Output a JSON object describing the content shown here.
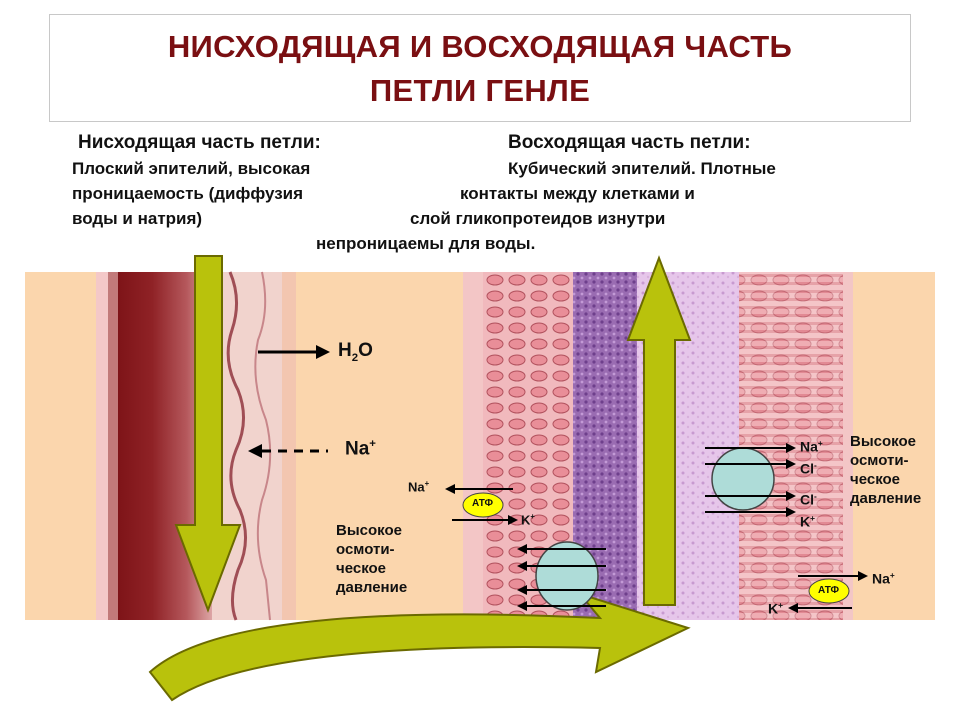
{
  "title": {
    "line1": "НИСХОДЯЩАЯ И ВОСХОДЯЩАЯ ЧАСТЬ",
    "line2": "ПЕТЛИ ГЕНЛЕ"
  },
  "descending": {
    "heading": "Нисходящая часть петли:",
    "lines": [
      "Плоский эпителий, высокая",
      "проницаемость (диффузия",
      "воды и натрия)"
    ]
  },
  "ascending": {
    "heading": "Восходящая часть петли:",
    "lines": [
      "Кубический эпителий. Плотные",
      "контакты между клетками и",
      "слой гликопротеидов изнутри",
      "непроницаемы для воды."
    ]
  },
  "labels": {
    "h2o_main": "H",
    "h2o_sub": "2",
    "h2o_tail": "O",
    "na_left": "Na",
    "na_plus": "+",
    "high_osm_left": [
      "Высокое",
      "осмоти-",
      "ческое",
      "давление"
    ],
    "high_osm_right": [
      "Высокое",
      "осмоти-",
      "ческое",
      "давление"
    ],
    "na_pump_left": "Na",
    "k_pump_left": "K",
    "atp_left": "АТФ",
    "right_ions": [
      "Na",
      "Cl",
      "Cl",
      "K"
    ],
    "right_ion_sup": [
      "+",
      "-",
      "-",
      "+"
    ],
    "na_pump_right": "Na",
    "k_pump_right": "K",
    "atp_right": "АТФ"
  },
  "colors": {
    "title": "#7a0f12",
    "arrow_fill": "#b9c20c",
    "arrow_stroke": "#6b6a00",
    "atp_fill": "#ffff00",
    "carrier_fill": "#aedcd8",
    "bg_tissue": "#fbd6ad"
  }
}
